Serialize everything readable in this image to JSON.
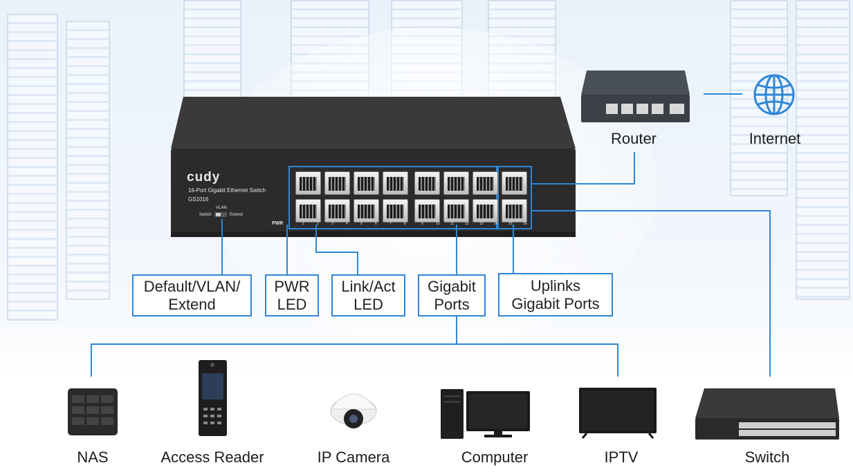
{
  "switch": {
    "brand": "cudy",
    "model_line": "16-Port Gigabit Ethernet Switch",
    "model": "GS1016",
    "dip_top_label": "VLAN",
    "dip_left_label": "Switch",
    "dip_right_label": "Extend",
    "pwr_label": "PWR",
    "port_numbers": [
      "1",
      "2",
      "3",
      "4",
      "5",
      "6",
      "7",
      "8",
      "9",
      "10",
      "11",
      "12",
      "13",
      "14",
      "15",
      "16"
    ]
  },
  "callouts": [
    {
      "id": "mode",
      "text": "Default/VLAN/\nExtend"
    },
    {
      "id": "pwr-led",
      "text": "PWR\nLED"
    },
    {
      "id": "link-led",
      "text": "Link/Act\nLED"
    },
    {
      "id": "gigabit-ports",
      "text": "Gigabit\nPorts"
    },
    {
      "id": "uplinks",
      "text": "Uplinks\nGigabit Ports"
    }
  ],
  "network": {
    "router_label": "Router",
    "internet_label": "Internet"
  },
  "devices": [
    {
      "id": "nas",
      "label": "NAS",
      "icon": "nas-icon"
    },
    {
      "id": "access-reader",
      "label": "Access Reader",
      "icon": "access-reader-icon"
    },
    {
      "id": "ip-camera",
      "label": "IP Camera",
      "icon": "ip-camera-icon"
    },
    {
      "id": "computer",
      "label": "Computer",
      "icon": "computer-icon"
    },
    {
      "id": "iptv",
      "label": "IPTV",
      "icon": "tv-icon"
    },
    {
      "id": "switch",
      "label": "Switch",
      "icon": "switch-icon"
    }
  ],
  "colors": {
    "connector": "#2f86d6",
    "switch_body": "#2b2b2b",
    "globe": "#2f86d6"
  }
}
